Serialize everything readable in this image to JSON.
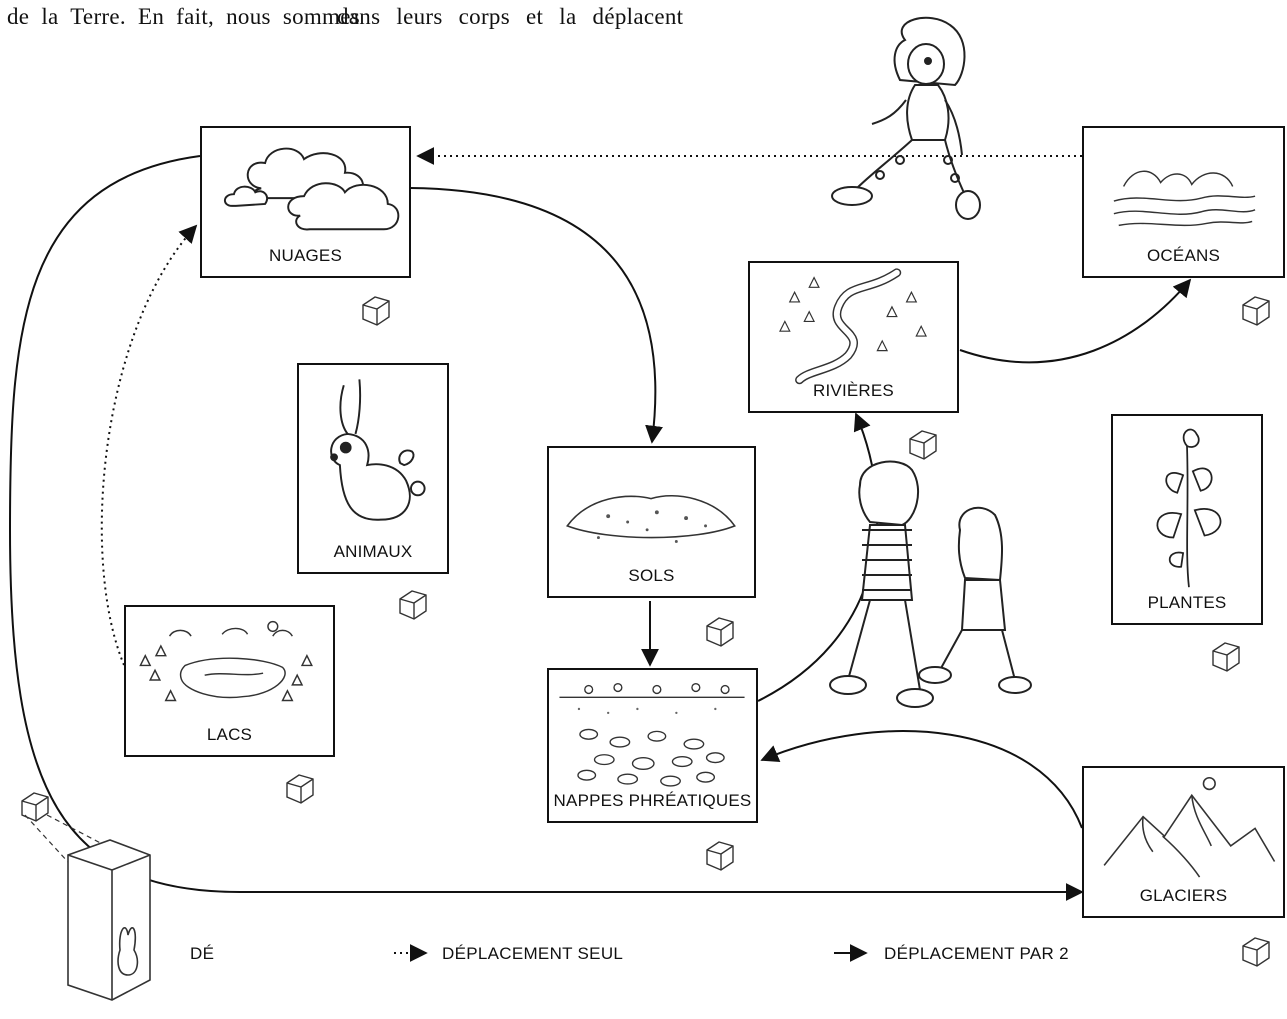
{
  "top_text": {
    "left_fragment": "de la Terre. En fait, nous sommes",
    "right_fragment": "dans leurs corps et la déplacent"
  },
  "nodes": {
    "nuages": "NUAGES",
    "oceans": "OCÉANS",
    "rivieres": "RIVIÈRES",
    "animaux": "ANIMAUX",
    "sols": "SOLS",
    "plantes": "PLANTES",
    "lacs": "LACS",
    "nappes": "NAPPES PHRÉATIQUES",
    "glaciers": "GLACIERS"
  },
  "edges": [
    {
      "from": "oceans",
      "to": "nuages",
      "style": "dotted"
    },
    {
      "from": "lacs",
      "to": "nuages",
      "style": "dotted"
    },
    {
      "from": "nuages",
      "to": "sols",
      "style": "solid"
    },
    {
      "from": "nuages",
      "to": "glaciers",
      "style": "solid"
    },
    {
      "from": "sols",
      "to": "nappes",
      "style": "solid"
    },
    {
      "from": "nappes",
      "to": "rivieres",
      "style": "solid"
    },
    {
      "from": "rivieres",
      "to": "oceans",
      "style": "solid"
    },
    {
      "from": "glaciers",
      "to": "nappes",
      "style": "solid"
    }
  ],
  "legend": {
    "die": "DÉ",
    "single_move": "DÉPLACEMENT SEUL",
    "double_move": "DÉPLACEMENT PAR 2"
  }
}
